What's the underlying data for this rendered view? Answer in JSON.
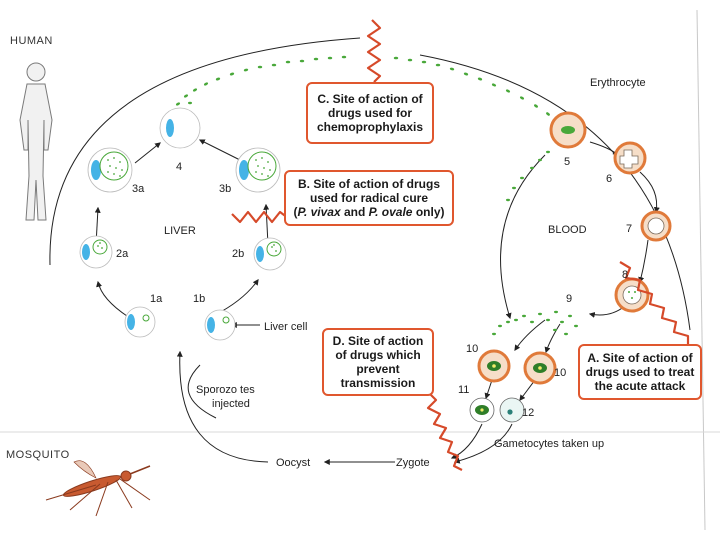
{
  "sections": {
    "human": "HUMAN",
    "mosquito": "MOSQUITO",
    "liver": "LIVER",
    "blood": "BLOOD"
  },
  "stage_labels": {
    "s1a": "1a",
    "s1b": "1b",
    "s2a": "2a",
    "s2b": "2b",
    "s3a": "3a",
    "s3b": "3b",
    "s4": "4",
    "s5": "5",
    "s6": "6",
    "s7": "7",
    "s8": "8",
    "s9": "9",
    "s10a": "10",
    "s10b": "10",
    "s11": "11",
    "s12": "12"
  },
  "labels": {
    "erythrocyte": "Erythrocyte",
    "liver_cell": "Liver cell",
    "sporozoites_1": "Sporozo tes",
    "sporozoites_2": "injected",
    "oocyst": "Oocyst",
    "zygote": "Zygote",
    "gametocytes": "Gametocytes taken up"
  },
  "boxes": {
    "c": {
      "line1": "C. Site of action of",
      "line2": "drugs used for",
      "line3": "chemoprophylaxis"
    },
    "b": {
      "line1": "B. Site of action of drugs",
      "line2": "used for radical cure",
      "line3_pre": "(",
      "line3_italic1": "P. vivax",
      "line3_mid": " and ",
      "line3_italic2": "P. ovale",
      "line3_post": " only)"
    },
    "d": {
      "line1": "D. Site of action",
      "line2": "of drugs which",
      "line3": "prevent",
      "line4": "transmission"
    },
    "a": {
      "line1": "A. Site of action of",
      "line2": "drugs used to treat",
      "line3": "the acute attack"
    }
  },
  "colors": {
    "drug_box_border": "#e0572e",
    "zigzag": "#d64a2a",
    "parasite": "#49a83a",
    "rbc": "#e07a3a",
    "nucleus": "#45b3e6"
  }
}
